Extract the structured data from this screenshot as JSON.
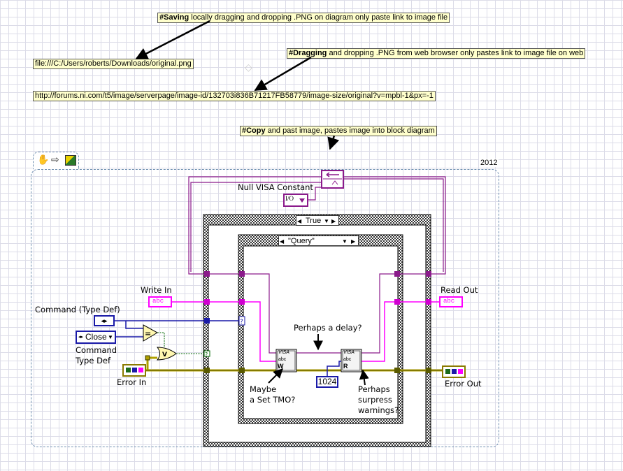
{
  "notes": {
    "saving": {
      "tag": "#Saving",
      "text": " locally dragging and dropping .PNG on diagram only paste link to image file"
    },
    "saving_link": "file:///C:/Users/roberts/Downloads/original.png",
    "dragging": {
      "tag": "#Dragging",
      "text": " and dropping .PNG from web browser only pastes link to image file on web"
    },
    "dragging_link": "http://forums.ni.com/t5/image/serverpage/image-id/132703i836B71217FB58779/image-size/original?v=mpbl-1&px=-1",
    "copy": {
      "tag": "#Copy",
      "text": " and past image, pastes image into block diagram"
    }
  },
  "snippet": {
    "version": "2012",
    "toolbar_icons": [
      "hand-icon",
      "run-arrow-icon",
      "labview-vi-icon"
    ]
  },
  "labels": {
    "null_visa_constant": "Null VISA Constant",
    "write_in": "Write In",
    "read_out": "Read Out",
    "command_type_def": "Command (Type Def)",
    "command_type_def_constant_1": "Command",
    "command_type_def_constant_2": "Type Def",
    "error_in": "Error In",
    "error_out": "Error Out",
    "perhaps_delay": "Perhaps a delay?",
    "maybe_set_tmo_1": "Maybe",
    "maybe_set_tmo_2": "a Set TMO?",
    "perhaps_suppress_1": "Perhaps",
    "perhaps_suppress_2": "surpress",
    "perhaps_suppress_3": "warnings?"
  },
  "case_outer": {
    "selector": "True"
  },
  "case_inner": {
    "selector": "\"Query\""
  },
  "constants": {
    "close_enum": "Close",
    "byte_count": "1024",
    "string_glyph": "abc",
    "visa_glyph": "VISA",
    "write_glyph": "W",
    "read_glyph": "R",
    "visa_null_glyph": "I/O"
  },
  "colors": {
    "visa_wire": "#8b1a8b",
    "string_wire": "#ff00ff",
    "error_wire": "#b0a000",
    "enum_wire": "#1a1aa8",
    "boolean_wire": "#006400",
    "case_frame": "#000000",
    "note_bg": "#ffffcc"
  }
}
